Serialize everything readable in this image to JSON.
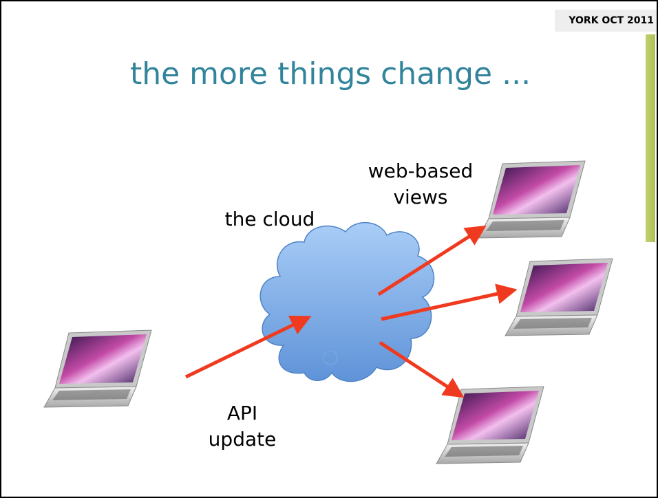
{
  "header": {
    "tag": "YORK OCT 2011"
  },
  "slide": {
    "title": "the more things change ..."
  },
  "diagram": {
    "cloud_label": "the cloud",
    "web_label_line1": "web-based",
    "web_label_line2": "views",
    "api_label_line1": "API",
    "api_label_line2": "update"
  },
  "colors": {
    "title": "#31849b",
    "arrow": "#f03a1f",
    "cloud": "#8fb7ea",
    "accent_bar": "#b6c45f"
  },
  "icons": [
    "laptop-icon",
    "cloud-shape",
    "arrow-icon"
  ]
}
